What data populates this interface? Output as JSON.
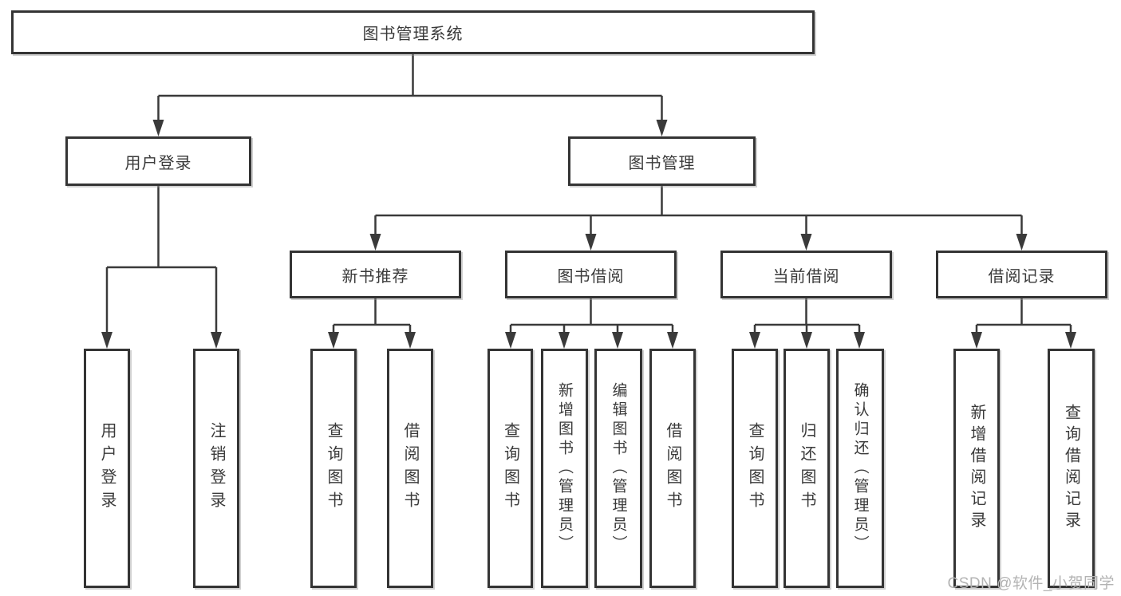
{
  "diagram": {
    "type": "tree-functional-structure",
    "watermark": "CSDN @软件_小贺同学",
    "colors": {
      "background": "#ffffff",
      "box_border": "#343434",
      "box_fill": "#ffffff",
      "line": "#3a3a3a",
      "text": "#3a3a3a",
      "watermark": "#b3b3b3"
    },
    "tree": {
      "label": "图书管理系统",
      "children": [
        {
          "label": "用户登录",
          "children": [
            {
              "label": "用户登录"
            },
            {
              "label": "注销登录"
            }
          ]
        },
        {
          "label": "图书管理",
          "children": [
            {
              "label": "新书推荐",
              "children": [
                {
                  "label": "查询图书"
                },
                {
                  "label": "借阅图书"
                }
              ]
            },
            {
              "label": "图书借阅",
              "children": [
                {
                  "label": "查询图书"
                },
                {
                  "label": "新增图书（管理员）"
                },
                {
                  "label": "编辑图书（管理员）"
                },
                {
                  "label": "借阅图书"
                }
              ]
            },
            {
              "label": "当前借阅",
              "children": [
                {
                  "label": "查询图书"
                },
                {
                  "label": "归还图书"
                },
                {
                  "label": "确认归还（管理员）"
                }
              ]
            },
            {
              "label": "借阅记录",
              "children": [
                {
                  "label": "新增借阅记录"
                },
                {
                  "label": "查询借阅记录"
                }
              ]
            }
          ]
        }
      ]
    }
  }
}
